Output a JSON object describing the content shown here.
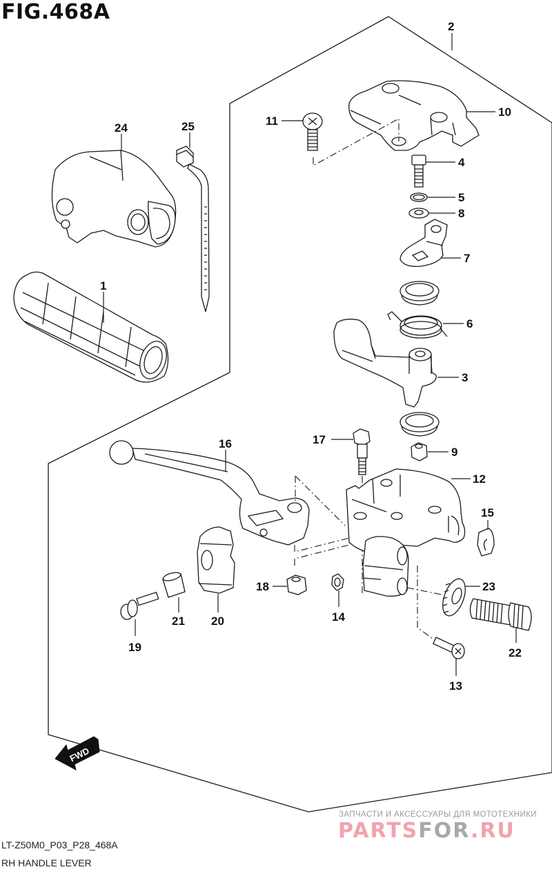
{
  "header": {
    "figure_title": "FIG.468A"
  },
  "footer": {
    "model_code": "LT-Z50M0_P03_P28_468A",
    "description": "RH HANDLE LEVER"
  },
  "watermark": {
    "tagline": "ЗАПЧАСТИ И АКСЕССУАРЫ ДЛЯ МОТОТЕХНИКИ",
    "brand_part1": "PARTS",
    "brand_part2": "FOR",
    "brand_part3": ".RU",
    "colors": {
      "pink": "#f2a3ad",
      "gray": "#a9a9a9"
    }
  },
  "direction_indicator": {
    "label": "FWD",
    "icon": "arrow-left-down"
  },
  "callouts": {
    "c1": "1",
    "c2": "2",
    "c3": "3",
    "c4": "4",
    "c5": "5",
    "c6": "6",
    "c7": "7",
    "c8": "8",
    "c9": "9",
    "c10": "10",
    "c11": "11",
    "c12": "12",
    "c13": "13",
    "c14": "14",
    "c15": "15",
    "c16": "16",
    "c17": "17",
    "c18": "18",
    "c19": "19",
    "c20": "20",
    "c21": "21",
    "c22": "22",
    "c23": "23",
    "c24": "24",
    "c25": "25"
  },
  "parts": [
    {
      "ref": "1",
      "type": "grip"
    },
    {
      "ref": "2",
      "type": "assembly-group"
    },
    {
      "ref": "3",
      "type": "throttle-lever"
    },
    {
      "ref": "4",
      "type": "bolt"
    },
    {
      "ref": "5",
      "type": "washer"
    },
    {
      "ref": "6",
      "type": "spring"
    },
    {
      "ref": "7",
      "type": "throttle-arm-plate"
    },
    {
      "ref": "8",
      "type": "washer"
    },
    {
      "ref": "9",
      "type": "nut"
    },
    {
      "ref": "10",
      "type": "cover"
    },
    {
      "ref": "11",
      "type": "screw"
    },
    {
      "ref": "12",
      "type": "lever-holder"
    },
    {
      "ref": "13",
      "type": "screw"
    },
    {
      "ref": "14",
      "type": "nut"
    },
    {
      "ref": "15",
      "type": "clip"
    },
    {
      "ref": "16",
      "type": "brake-lever"
    },
    {
      "ref": "17",
      "type": "pivot-bolt"
    },
    {
      "ref": "18",
      "type": "nut"
    },
    {
      "ref": "19",
      "type": "bolt"
    },
    {
      "ref": "20",
      "type": "clamp"
    },
    {
      "ref": "21",
      "type": "spacer"
    },
    {
      "ref": "22",
      "type": "adjuster"
    },
    {
      "ref": "23",
      "type": "lock-nut"
    },
    {
      "ref": "24",
      "type": "switch-housing"
    },
    {
      "ref": "25",
      "type": "cable-tie"
    }
  ]
}
